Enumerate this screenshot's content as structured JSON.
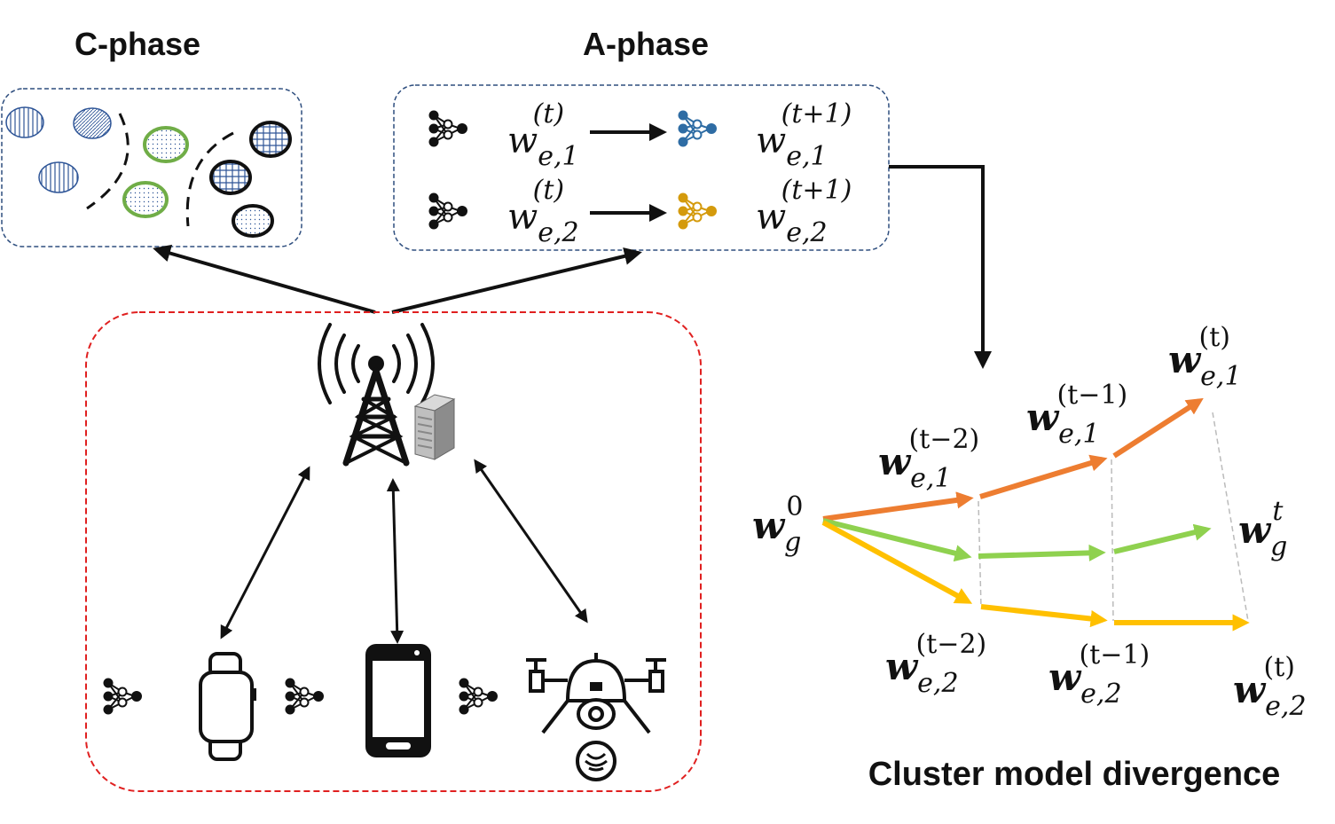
{
  "titles": {
    "c_phase": "C-phase",
    "a_phase": "A-phase",
    "divergence": "Cluster model divergence"
  },
  "a_phase_models": [
    {
      "base": "w",
      "sub": "e,1",
      "sup": "(t)",
      "next_base": "w",
      "next_sub": "e,1",
      "next_sup": "(t+1)",
      "color": "#2e6ca4"
    },
    {
      "base": "w",
      "sub": "e,2",
      "sup": "(t)",
      "next_base": "w",
      "next_sub": "e,2",
      "next_sup": "(t+1)",
      "color": "#d49a0c"
    }
  ],
  "divergence_labels": {
    "g0": {
      "base": "w",
      "sub": "g",
      "sup": "0"
    },
    "gt": {
      "base": "w",
      "sub": "g",
      "sup": "t"
    },
    "e1_t2": {
      "base": "w",
      "sub": "e,1",
      "sup": "(t−2)"
    },
    "e1_t1": {
      "base": "w",
      "sub": "e,1",
      "sup": "(t−1)"
    },
    "e1_t": {
      "base": "w",
      "sub": "e,1",
      "sup": "(t)"
    },
    "e2_t2": {
      "base": "w",
      "sub": "e,2",
      "sup": "(t−2)"
    },
    "e2_t1": {
      "base": "w",
      "sub": "e,2",
      "sup": "(t−1)"
    },
    "e2_t": {
      "base": "w",
      "sub": "e,2",
      "sup": "(t)"
    }
  },
  "colors": {
    "cluster1": "#ed7d31",
    "global": "#8fd14f",
    "cluster2": "#ffc000",
    "edge_box": "#e02020",
    "phase_box": "#2f4f7f",
    "cluster_green": "#70ad47",
    "data_blue": "#2e5597"
  },
  "icons": [
    "neural-network-icon",
    "antenna-tower-icon",
    "server-icon",
    "smartwatch-icon",
    "smartphone-icon",
    "drone-icon"
  ]
}
